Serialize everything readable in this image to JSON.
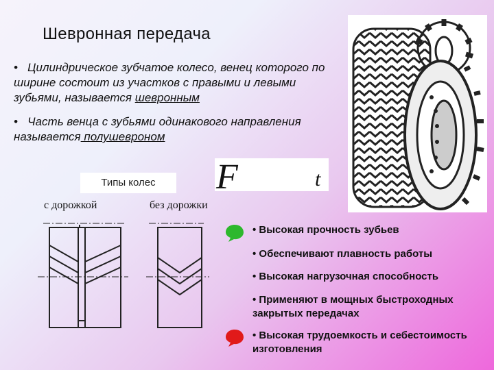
{
  "slide": {
    "title": "Шевронная передача",
    "bullets": [
      {
        "marker": "•",
        "text": "Цилиндрическое зубчатое колесо, венец которого по ширине состоит из участков с правыми и левыми зубьями, называется ",
        "term": "шевронным"
      },
      {
        "marker": "•",
        "text": "Часть венца с зубьями одинакового направления называется",
        "term": " полушевроном"
      }
    ],
    "types_label": "Типы колес",
    "type_with_track": "с дорожкой",
    "type_without_track": "без дорожки",
    "formula_glyph_1": "F",
    "formula_glyph_2": "t",
    "advantages": [
      "• Высокая прочность зубьев",
      "• Обеспечивают плавность работы",
      "• Высокая нагрузочная способность",
      "• Применяют в мощных быстроходных закрытых передачах"
    ],
    "disadvantages": [
      "• Высокая трудоемкость и себестоимость изготовления"
    ],
    "colors": {
      "advantage_marker": "#2db82d",
      "disadvantage_marker": "#e11a1a",
      "gradient_end": "#ee68dc"
    }
  }
}
